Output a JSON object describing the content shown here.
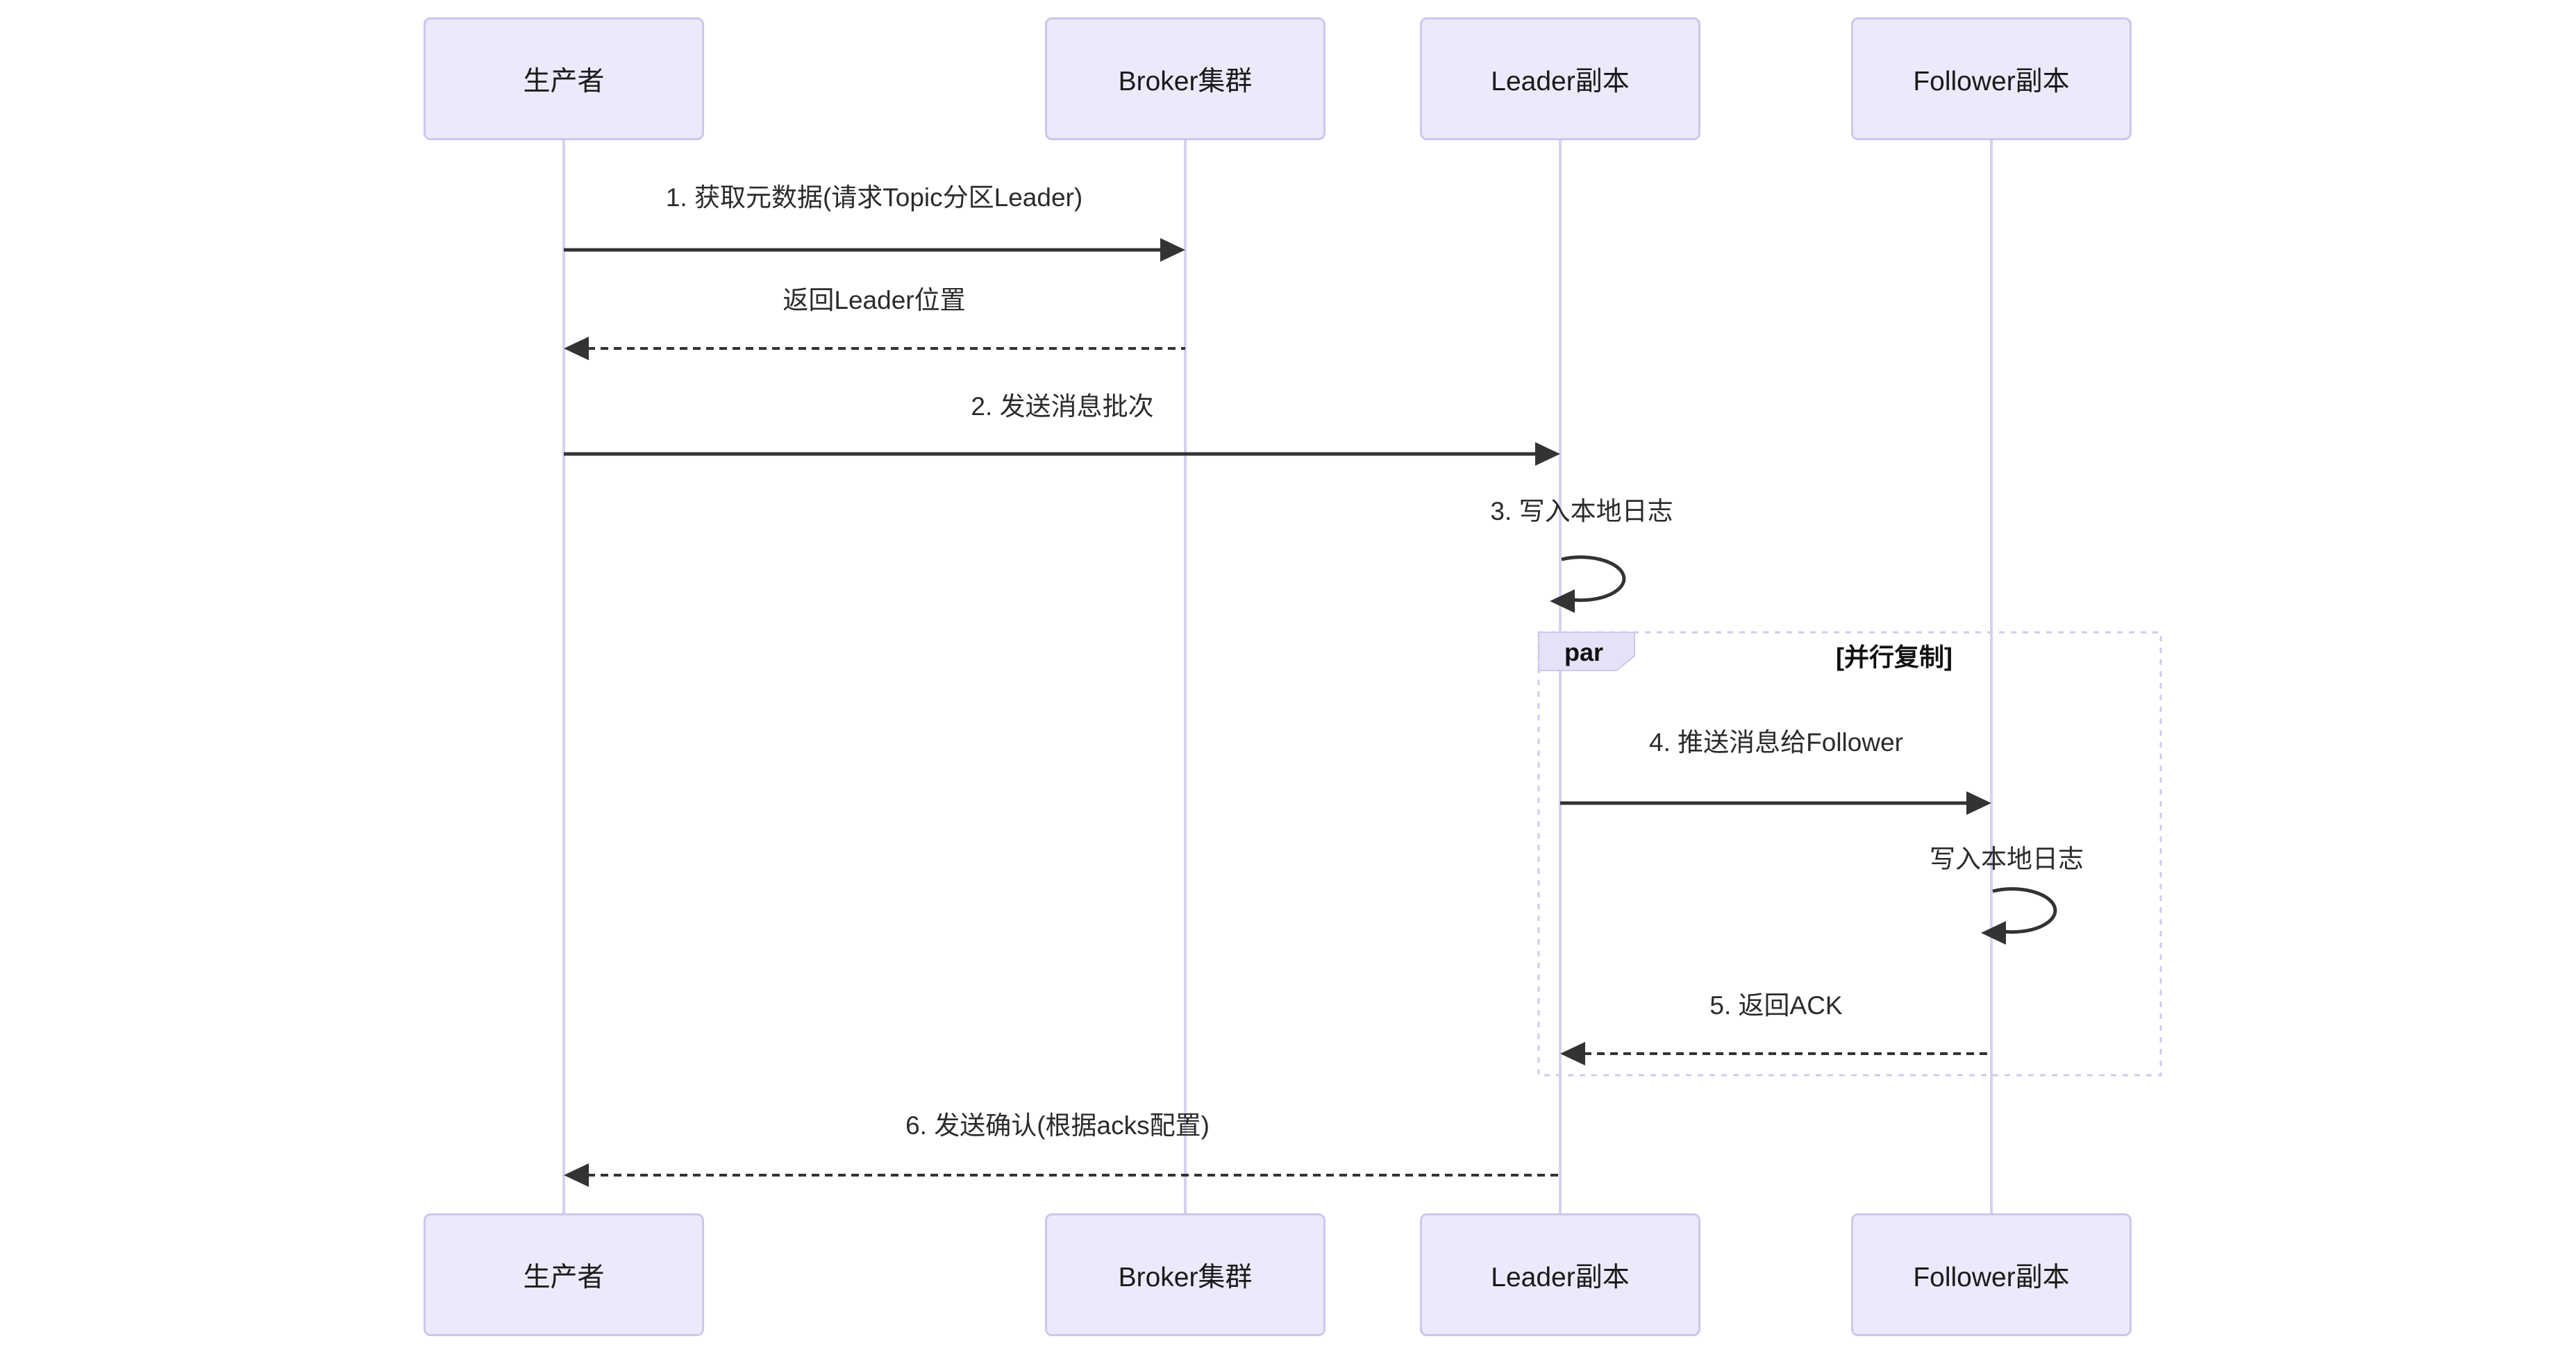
{
  "diagram": {
    "type": "sequence-diagram",
    "background": "#ffffff",
    "colors": {
      "actor_fill": "#EBE9FA",
      "actor_border": "#CFC6EC",
      "lifeline": "#D8D0F0",
      "fragment_border": "#D4C8F0",
      "fragment_tab_fill": "#E7E1F8",
      "arrow": "#333333",
      "text": "#1a1a1a"
    },
    "actors": [
      {
        "label": "生产者"
      },
      {
        "label": "Broker集群"
      },
      {
        "label": "Leader副本"
      },
      {
        "label": "Follower副本"
      }
    ],
    "messages": [
      {
        "text": "1. 获取元数据(请求Topic分区Leader)",
        "from": "生产者",
        "to": "Broker集群",
        "line": "solid"
      },
      {
        "text": "返回Leader位置",
        "from": "Broker集群",
        "to": "生产者",
        "line": "dashed"
      },
      {
        "text": "2. 发送消息批次",
        "from": "生产者",
        "to": "Leader副本",
        "line": "solid"
      },
      {
        "text": "3. 写入本地日志",
        "from": "Leader副本",
        "to": "Leader副本",
        "line": "self-loop"
      },
      {
        "text": "4. 推送消息给Follower",
        "from": "Leader副本",
        "to": "Follower副本",
        "line": "solid"
      },
      {
        "text": "写入本地日志",
        "from": "Follower副本",
        "to": "Follower副本",
        "line": "self-loop"
      },
      {
        "text": "5. 返回ACK",
        "from": "Follower副本",
        "to": "Leader副本",
        "line": "dashed"
      },
      {
        "text": "6. 发送确认(根据acks配置)",
        "from": "Leader副本",
        "to": "生产者",
        "line": "dashed"
      }
    ],
    "par_block": {
      "keyword": "par",
      "condition": "[并行复制]"
    }
  }
}
